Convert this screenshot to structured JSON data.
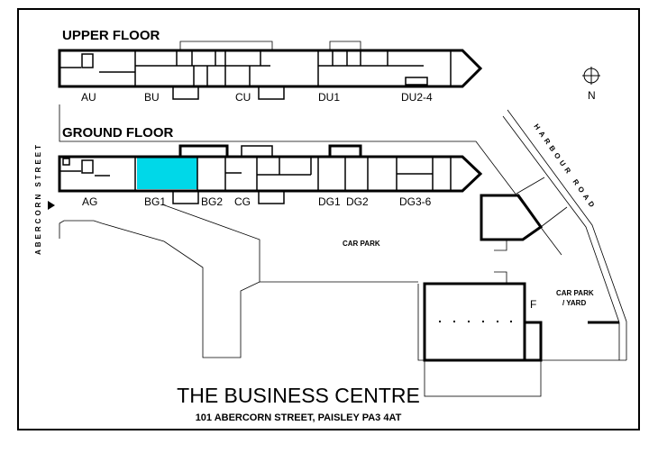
{
  "upper_floor": {
    "heading": "UPPER FLOOR",
    "units": [
      "AU",
      "BU",
      "CU",
      "DU1",
      "DU2-4"
    ]
  },
  "ground_floor": {
    "heading": "GROUND FLOOR",
    "units": [
      "AG",
      "BG1",
      "BG2",
      "CG",
      "DG1",
      "DG2",
      "DG3-6"
    ],
    "highlighted_unit": "BG1",
    "highlight_color": "#00d8e8"
  },
  "site": {
    "street_west": "ABERCORN STREET",
    "road_east": "HARBOUR ROAD",
    "car_park": "CAR PARK",
    "car_park_yard_line1": "CAR PARK",
    "car_park_yard_line2": "/ YARD",
    "building_f": "F",
    "north": "N"
  },
  "footer": {
    "title": "THE BUSINESS CENTRE",
    "address": "101 ABERCORN STREET, PAISLEY PA3 4AT"
  }
}
